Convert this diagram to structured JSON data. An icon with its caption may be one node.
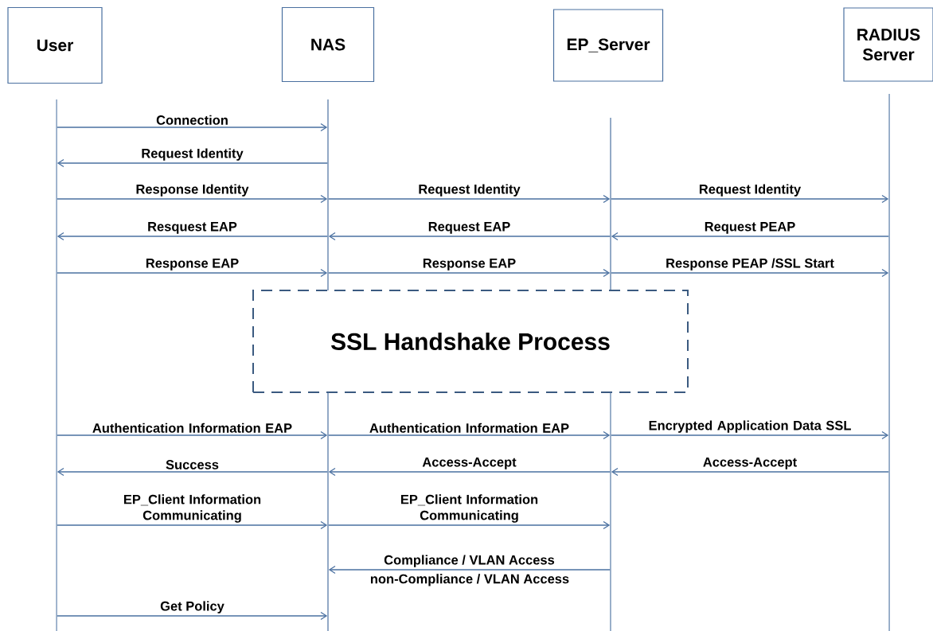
{
  "diagram": {
    "nodes": [
      {
        "text": [
          "User"
        ]
      },
      {
        "text": [
          "NAS"
        ]
      },
      {
        "text": [
          "EP_Server"
        ]
      },
      {
        "text": [
          "RADIUS Server"
        ]
      },
      {
        "text": [],
        "shape": "line"
      },
      {
        "text": [],
        "shape": "line"
      },
      {
        "text": [],
        "shape": "line"
      },
      {
        "text": [],
        "shape": "line"
      },
      {
        "text": [
          "SSL Handshake Process"
        ]
      },
      {
        "text": [],
        "shape": "line"
      },
      {
        "text": [],
        "shape": "line"
      }
    ],
    "edges": [
      {
        "from": 4,
        "to": 5,
        "arrow": "to",
        "label": "Connection"
      },
      {
        "from": 5,
        "to": 4,
        "arrow": "to",
        "label": "Request Identity"
      },
      {
        "from": 4,
        "to": 5,
        "arrow": "to",
        "label": "Response Identity"
      },
      {
        "from": 5,
        "to": 6,
        "arrow": "to",
        "label": "Request Identity"
      },
      {
        "from": 6,
        "to": 7,
        "arrow": "to",
        "label": "Request Identity"
      },
      {
        "from": 5,
        "to": 4,
        "arrow": "to",
        "label": "Resquest EAP"
      },
      {
        "from": 6,
        "to": 5,
        "arrow": "to",
        "label": "Request EAP"
      },
      {
        "from": 7,
        "to": 6,
        "arrow": "to",
        "label": "Request PEAP"
      },
      {
        "from": 4,
        "to": 5,
        "arrow": "to",
        "label": "Response EAP"
      },
      {
        "from": 5,
        "to": 6,
        "arrow": "to",
        "label": "Response EAP"
      },
      {
        "from": 6,
        "to": 7,
        "arrow": "to",
        "label": "Response PEAP /SSL Start"
      },
      {
        "from": 4,
        "to": 9,
        "arrow": "to",
        "label": "Authentication Information EAP"
      },
      {
        "from": 9,
        "to": 10,
        "arrow": "to",
        "label": "Authentication Information EAP"
      },
      {
        "from": 10,
        "to": 7,
        "arrow": "to",
        "label": "Encrypted Application Data SSL"
      },
      {
        "from": 9,
        "to": 4,
        "arrow": "to",
        "label": "Success"
      },
      {
        "from": 10,
        "to": 9,
        "arrow": "to",
        "label": "Access-Accept"
      },
      {
        "from": 7,
        "to": 10,
        "arrow": "to",
        "label": "Access-Accept"
      },
      {
        "from": 4,
        "to": 9,
        "arrow": "to",
        "label": "EP_Client Information Communicating"
      },
      {
        "from": 9,
        "to": 10,
        "arrow": "to",
        "label": "EP_Client Information Communicating"
      },
      {
        "from": 10,
        "to": 9,
        "arrow": "to",
        "label": "Compliance / VLAN Access"
      },
      {
        "from": 4,
        "to": 9,
        "arrow": "to",
        "label": "Get Policy"
      }
    ],
    "labels": [
      "non-Compliance / VLAN Access"
    ]
  }
}
